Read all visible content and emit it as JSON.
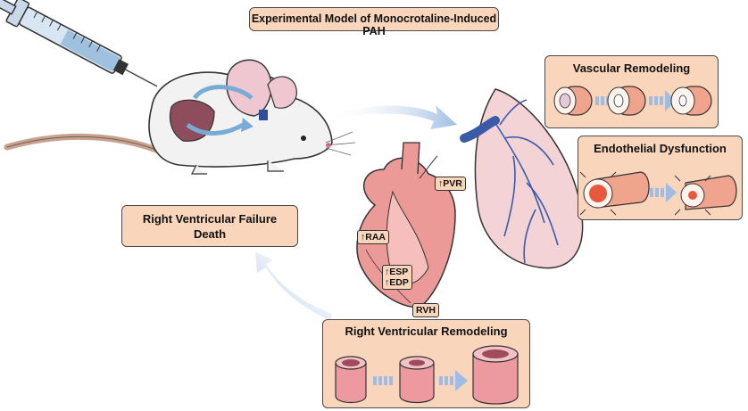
{
  "title": "Experimental Model of Monocrotaline-Induced PAH",
  "boxes": {
    "vascular_remodeling": "Vascular Remodeling",
    "endothelial_dysfunction": "Endothelial Dysfunction",
    "rv_failure": "Right Ventricular Failure",
    "death": "Death",
    "rv_remodeling": "Right Ventricular Remodeling"
  },
  "heart_labels": {
    "pvr": "↑PVR",
    "raa": "↑RAA",
    "esp": "↑ESP",
    "edp": "↑EDP",
    "rvh": "RVH"
  },
  "colors": {
    "box_fill": "#f9d6bb",
    "arrow_fill": "#bcd3ee",
    "heart": "#ec9a98",
    "lung": "#f3d3d6",
    "vessel": "#3b5ba8"
  },
  "icons": [
    "syringe-icon",
    "rat-icon",
    "lung-icon",
    "heart-icon",
    "vessel-ring-icon",
    "blood-vessel-icon",
    "ventricle-cylinder-icon"
  ]
}
